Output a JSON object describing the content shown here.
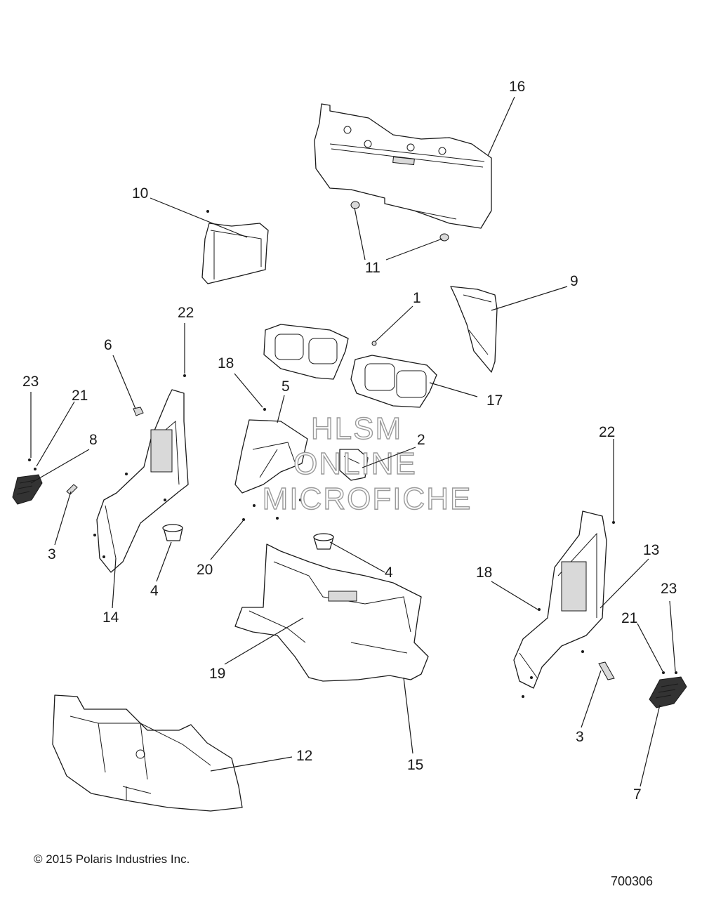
{
  "callouts": {
    "c1": "1",
    "c2": "2",
    "c3a": "3",
    "c3b": "3",
    "c4a": "4",
    "c4b": "4",
    "c5": "5",
    "c6": "6",
    "c7": "7",
    "c8": "8",
    "c9": "9",
    "c10": "10",
    "c11": "11",
    "c12": "12",
    "c13": "13",
    "c14": "14",
    "c15": "15",
    "c16": "16",
    "c17": "17",
    "c18a": "18",
    "c18b": "18",
    "c19": "19",
    "c20": "20",
    "c21a": "21",
    "c21b": "21",
    "c22a": "22",
    "c22b": "22",
    "c23a": "23",
    "c23b": "23"
  },
  "watermark": {
    "line1": "HLSM",
    "line2": "ONLINE",
    "line3": "MICROFICHE"
  },
  "footer": {
    "copyright": "© 2015 Polaris Industries Inc.",
    "diagram_id": "700306"
  }
}
